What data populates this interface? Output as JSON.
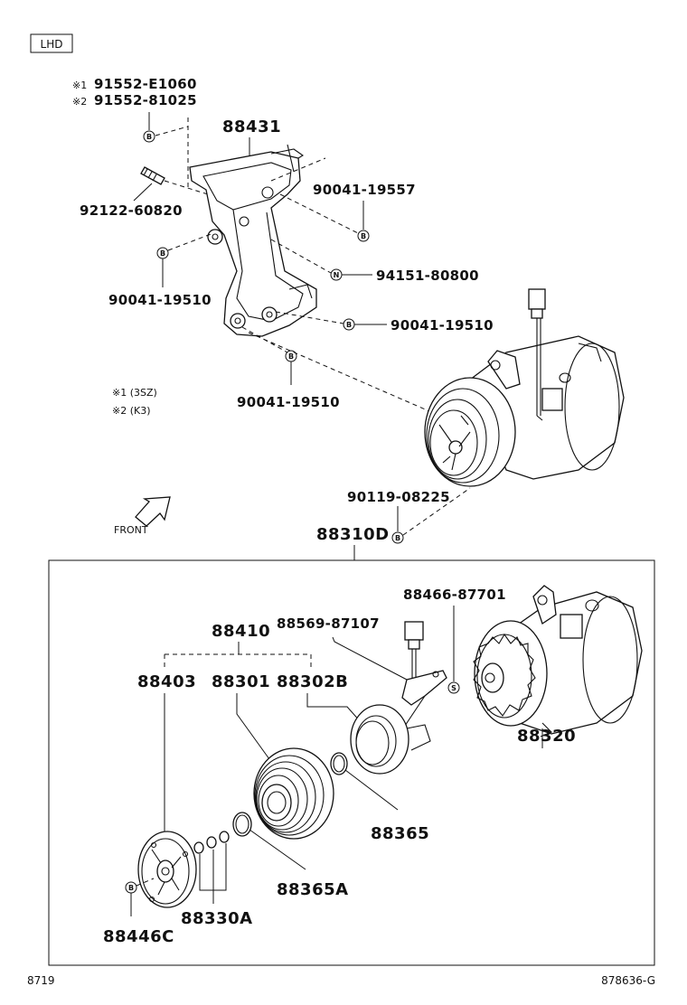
{
  "header": {
    "lhd_label": "LHD"
  },
  "notes": {
    "note1_symbol": "※1",
    "note1_part": "91552-E1060",
    "note2_symbol": "※2",
    "note2_part": "91552-81025",
    "legend1": "※1 (3SZ)",
    "legend2": "※2 (K3)"
  },
  "parts": {
    "p88431": "88431",
    "p90041_19557": "90041-19557",
    "p92122_60820": "92122-60820",
    "p94151_80800": "94151-80800",
    "p90041_19510_a": "90041-19510",
    "p90041_19510_b": "90041-19510",
    "p90041_19510_c": "90041-19510",
    "p90119_08225": "90119-08225",
    "p88310D": "88310D",
    "p88466_87701": "88466-87701",
    "p88569_87107": "88569-87107",
    "p88410": "88410",
    "p88403": "88403",
    "p88301": "88301",
    "p88302B": "88302B",
    "p88320": "88320",
    "p88365": "88365",
    "p88365A": "88365A",
    "p88330A": "88330A",
    "p88446C": "88446C"
  },
  "markers": {
    "b": "B",
    "n": "N",
    "s": "S"
  },
  "front_label": "FRONT",
  "footer": {
    "left": "8719",
    "right": "878636-G"
  }
}
